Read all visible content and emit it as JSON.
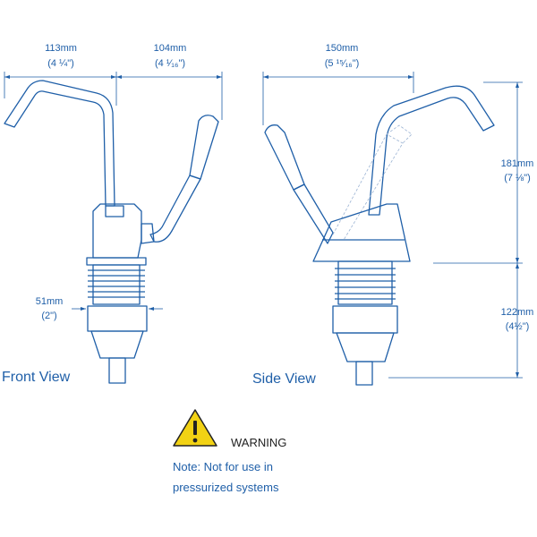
{
  "dimensions": {
    "front_left_width": {
      "metric": "113mm",
      "imperial": "(4 ¼\")"
    },
    "front_right_width": {
      "metric": "104mm",
      "imperial": "(4 ¹⁄₁₆\")"
    },
    "front_base_width": {
      "metric": "51mm",
      "imperial": "(2\")"
    },
    "side_width": {
      "metric": "150mm",
      "imperial": "(5 ¹⁵⁄₁₆\")"
    },
    "side_upper_height": {
      "metric": "181mm",
      "imperial": "(7 ⅛\")"
    },
    "side_lower_height": {
      "metric": "122mm",
      "imperial": "(4½\")"
    }
  },
  "views": {
    "front": "Front View",
    "side": "Side View"
  },
  "warning": {
    "icon": "warning-triangle-icon",
    "title": "WARNING",
    "note_line1": "Note: Not for use in",
    "note_line2": "pressurized systems"
  },
  "colors": {
    "line": "#1f5fa8",
    "warning_fill": "#f2d214"
  }
}
